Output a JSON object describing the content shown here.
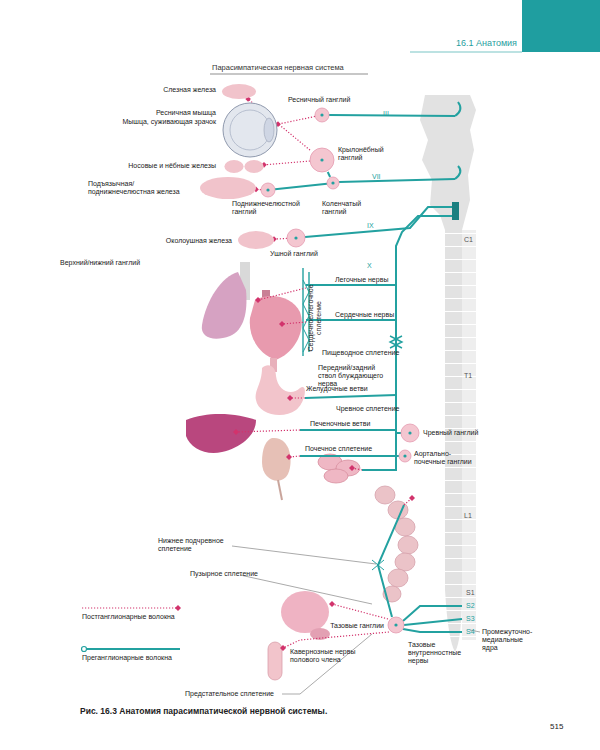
{
  "diagram": {
    "title": "Парасимпатическая нервная система",
    "caption": "Рис. 16.3 Анатомия парасимпатической нервной системы.",
    "nodes": [
      {
        "text": [
          "Слезная железа"
        ]
      },
      {
        "text": [
          "Ресничная мышца",
          "Мышца, суживающая зрачок"
        ]
      },
      {
        "text": [
          "Носовые и нёбные железы"
        ]
      },
      {
        "text": [
          "Подъязычная/поднижнечелюстная железа"
        ]
      },
      {
        "text": [
          "Околоушная железа"
        ]
      },
      {
        "text": [
          "Ресничный ганглий"
        ]
      },
      {
        "text": [
          "Крылонёбный ганглий"
        ]
      },
      {
        "text": [
          "Поднижнечелюстной ганглий"
        ]
      },
      {
        "text": [
          "Коленчатый ганглий"
        ]
      },
      {
        "text": [
          "Ушной ганглий"
        ]
      },
      {
        "text": [
          "Чревный ганглий"
        ]
      },
      {
        "text": [
          "Аортально-почечные ганглии"
        ]
      },
      {
        "text": [
          "Тазовые ганглии"
        ]
      }
    ],
    "edges": [
      {
        "from": 5,
        "to": 1,
        "arrow": "to"
      },
      {
        "from": 6,
        "to": 0,
        "arrow": "to"
      },
      {
        "from": 6,
        "to": 2,
        "arrow": "to"
      },
      {
        "from": 7,
        "to": 3,
        "arrow": "to"
      },
      {
        "from": 9,
        "to": 4,
        "arrow": "to"
      },
      {
        "from": 8,
        "to": 6,
        "arrow": "none"
      },
      {
        "from": 8,
        "to": 7,
        "arrow": "none"
      }
    ],
    "labels": [
      "16.1 Анатомия",
      "Верхний/нижний ганглий",
      "III",
      "VII",
      "IX",
      "X",
      "C1",
      "T1",
      "L1",
      "S1",
      "S2",
      "S3",
      "S4",
      "Сердечное/легочное сплетение",
      "Легочные нервы",
      "Сердечные нервы",
      "Пищеводное сплетение",
      "Передний/задний ствол блуждающего нерва",
      "Желудочные ветви",
      "Чревное сплетение",
      "Печеночные ветви",
      "Почечное сплетение",
      "Нижнее подчревное сплетение",
      "Пузырное сплетение",
      "Кавернозные нервы полового члена",
      "Тазовые внутренностные нервы",
      "Промежуточно-медиальные ядра",
      "Предстательное сплетение",
      "515"
    ],
    "legend": [
      {
        "text": "Постганглионарные волокна"
      },
      {
        "text": "Преганглионарные волокна"
      }
    ]
  }
}
